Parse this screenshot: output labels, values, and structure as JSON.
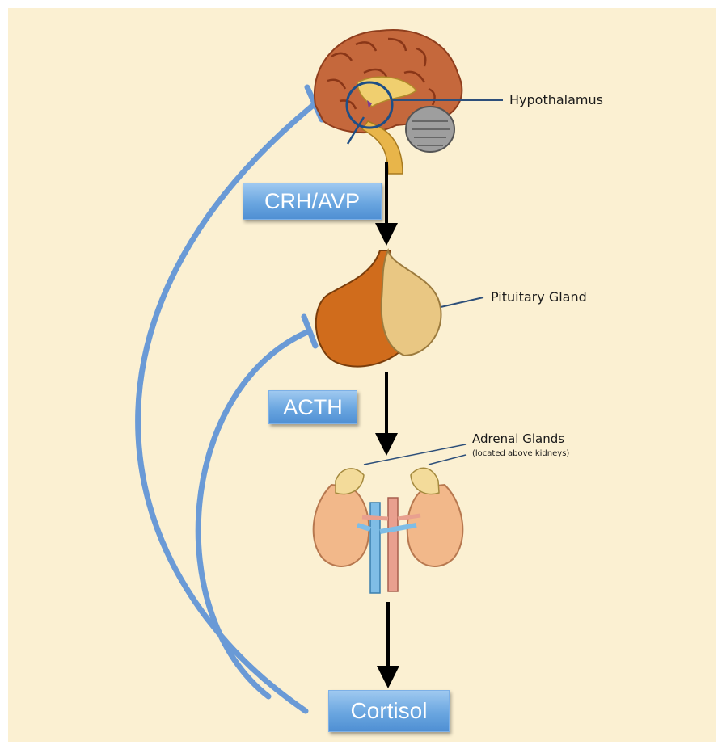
{
  "labels": {
    "hypothalamus": "Hypothalamus",
    "pituitary": "Pituitary Gland",
    "adrenal": "Adrenal Glands",
    "adrenal_note": "(located above kidneys)"
  },
  "hormones": {
    "crh_avp": "CRH/AVP",
    "acth": "ACTH",
    "cortisol": "Cortisol"
  },
  "colors": {
    "background": "#fbf0d2",
    "feedback_line": "#6a9ad6",
    "hormone_box": "#5f9be0"
  }
}
